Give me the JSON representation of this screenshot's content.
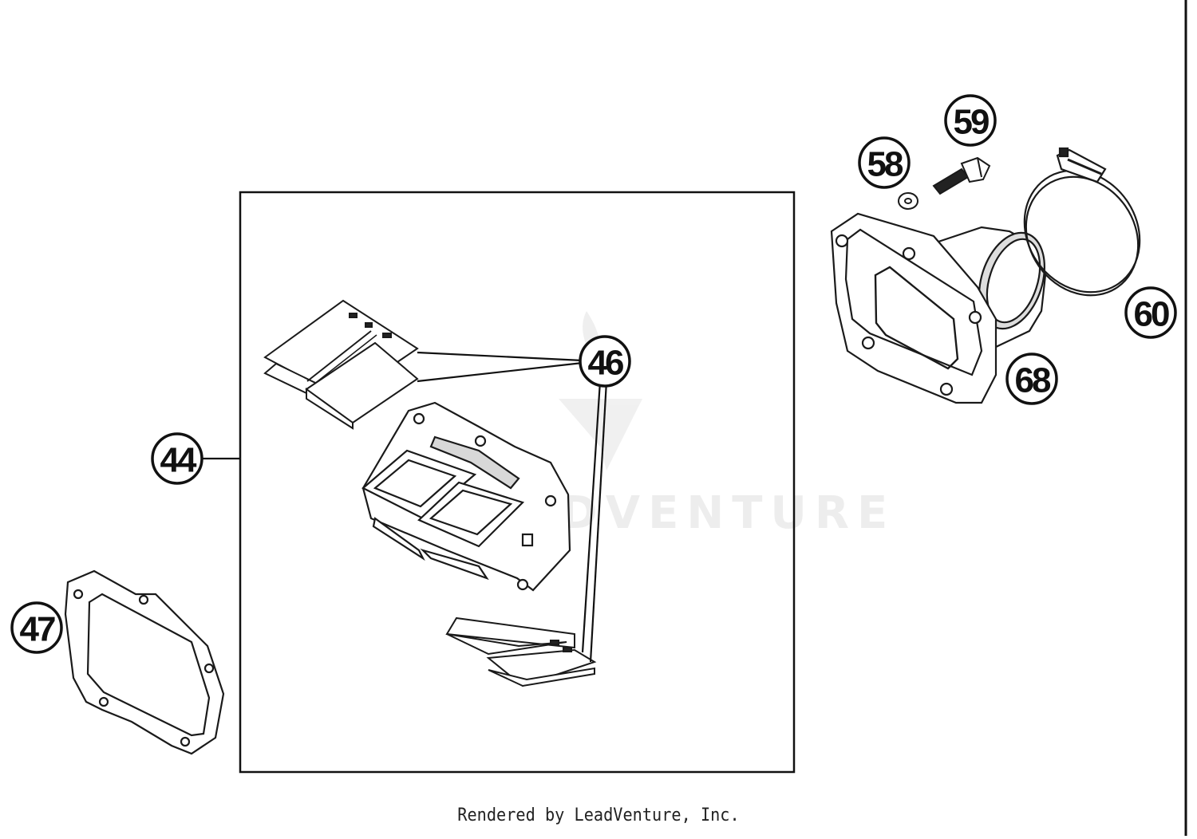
{
  "diagram": {
    "callouts": [
      {
        "id": "44",
        "label": "44"
      },
      {
        "id": "46",
        "label": "46"
      },
      {
        "id": "47",
        "label": "47"
      },
      {
        "id": "58",
        "label": "58"
      },
      {
        "id": "59",
        "label": "59"
      },
      {
        "id": "60",
        "label": "60"
      },
      {
        "id": "68",
        "label": "68"
      }
    ],
    "watermark": "LEADVENTURE",
    "footer": "Rendered by LeadVenture, Inc."
  },
  "colors": {
    "line": "#1a1a1a",
    "background": "#ffffff",
    "watermark": "#ececec"
  }
}
